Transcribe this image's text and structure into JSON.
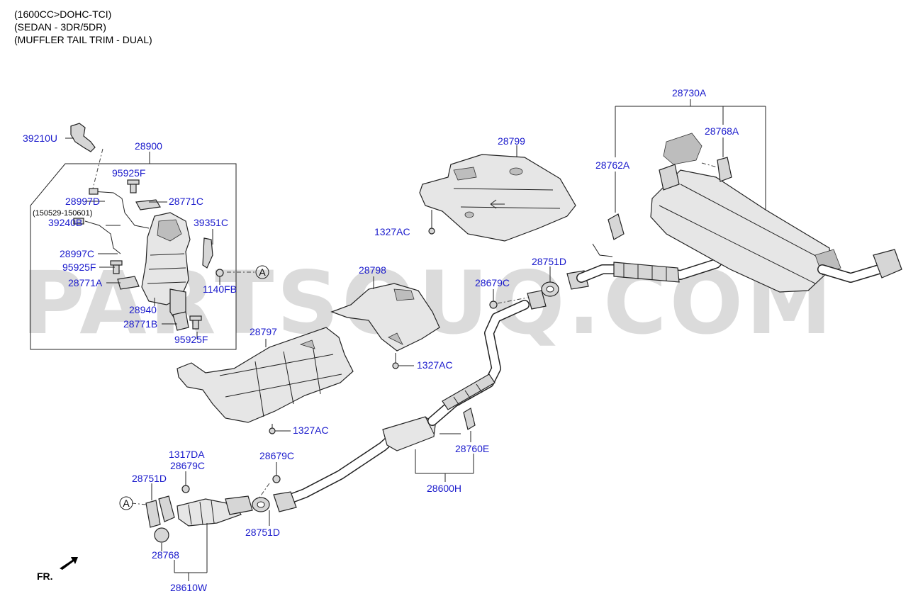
{
  "header": {
    "line1": "(1600CC>DOHC-TCI)",
    "line2": "(SEDAN - 3DR/5DR)",
    "line3": "(MUFFLER TAIL TRIM - DUAL)"
  },
  "watermark": "PARTSOUQ.COM",
  "front_indicator": "FR.",
  "ref_marker": "A",
  "note_date_range": "(150529-150601)",
  "labels": {
    "p39210U": "39210U",
    "p28900": "28900",
    "p95925F_a": "95925F",
    "p28997D": "28997D",
    "p28771C": "28771C",
    "p39240B": "39240B",
    "p39351C": "39351C",
    "p28997C": "28997C",
    "p95925F_b": "95925F",
    "p28771A": "28771A",
    "p1140FB": "1140FB",
    "p28940": "28940",
    "p28771B": "28771B",
    "p95925F_c": "95925F",
    "p28799": "28799",
    "p1327AC_a": "1327AC",
    "p28798": "28798",
    "p1327AC_b": "1327AC",
    "p28797": "28797",
    "p1327AC_c": "1327AC",
    "p28730A": "28730A",
    "p28768A": "28768A",
    "p28762A": "28762A",
    "p28751D_a": "28751D",
    "p28679C_a": "28679C",
    "p28760E": "28760E",
    "p28600H": "28600H",
    "p1317DA": "1317DA",
    "p28679C_b": "28679C",
    "p28751D_b": "28751D",
    "p28679C_c": "28679C",
    "p28751D_c": "28751D",
    "p28768": "28768",
    "p28610W": "28610W"
  }
}
